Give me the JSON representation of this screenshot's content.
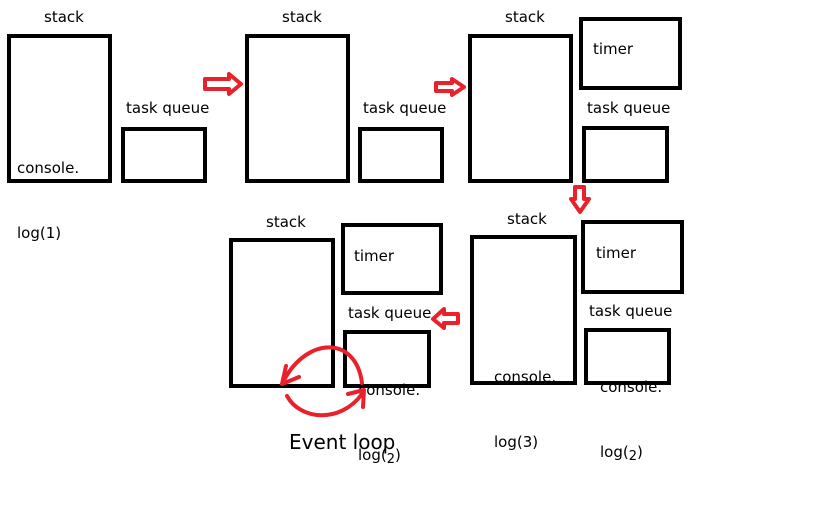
{
  "labels": {
    "stack": "stack",
    "task_queue": "task queue",
    "timer": "timer",
    "event_loop": "Event loop"
  },
  "panel1": {
    "stack_line1": "console.",
    "stack_line2": "log(1)"
  },
  "panel4": {
    "queue_line1": "console.",
    "queue_line2": "log(",
    "queue_sub": "2",
    "queue_close": ")"
  },
  "panel5": {
    "stack_line1": "console.",
    "stack_line2": "log(3)",
    "queue_line1": "console.",
    "queue_line2": "log(",
    "queue_sub": "2",
    "queue_close": ")"
  },
  "colors": {
    "arrow": "#e8212b",
    "border": "#000000"
  }
}
